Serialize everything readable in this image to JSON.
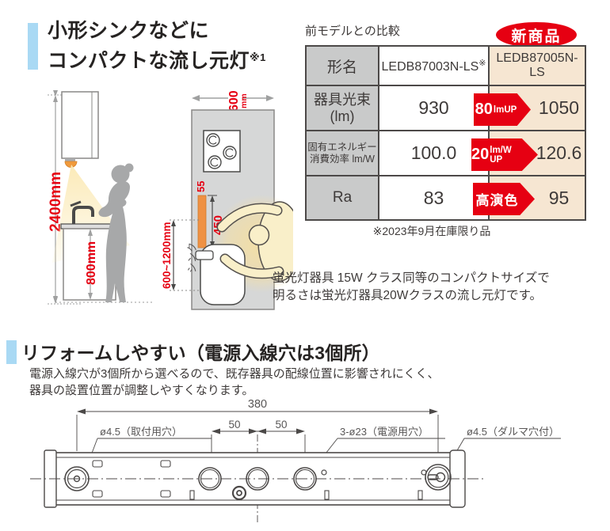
{
  "colors": {
    "accent_blue": "#a9d9f4",
    "brand_red": "#e60012",
    "table_new_bg": "#f6e6d2",
    "table_head_bg": "#c9caca",
    "line_dark": "#4c4948"
  },
  "section1": {
    "title_line1": "小形シンクなどに",
    "title_line2": "コンパクトな流し元灯",
    "title_ref": "※1",
    "elevation": {
      "total_height": "2400mm",
      "counter_height": "800mm"
    },
    "topview": {
      "width_value": "600",
      "width_unit": "mm",
      "fixture_width": "55",
      "fixture_length": "450",
      "range": "600~1200mm",
      "sink": "シンク"
    },
    "comparison": {
      "caption": "前モデルとの比較",
      "badge": "新商品",
      "col_header": "形名",
      "old_model": "LEDB87003N-LS",
      "old_model_ref": "※",
      "new_model": "LEDB87005N-LS",
      "rows": [
        {
          "label1": "器具光束",
          "label2": "(lm)",
          "old": "930",
          "up_main": "80",
          "up_sub": "lmUP",
          "new": "1050"
        },
        {
          "label1": "固有エネルギー",
          "label2": "消費効率 lm/W",
          "old": "100.0",
          "up_main": "20",
          "up_sub": "lm/W UP",
          "new": "120.6"
        },
        {
          "label1": "Ra",
          "label2": "",
          "old": "83",
          "up_main": "高演色",
          "up_sub": "",
          "new": "95"
        }
      ],
      "footnote": "※2023年9月在庫限り品"
    },
    "desc_line1": "蛍光灯器具 15W クラス同等のコンパクトサイズで",
    "desc_line2": "明るさは蛍光灯器具20Wクラスの流し元灯です。"
  },
  "section2": {
    "title": "リフォームしやすい（電源入線穴は3個所）",
    "body_line1": "電源入線穴が3個所から選べるので、既存器具の配線位置に影響されにくく、",
    "body_line2": "器具の設置位置が調整しやすくなります。",
    "drawing": {
      "overall": "380",
      "pitch_left": "50",
      "pitch_right": "50",
      "mount_hole": "ø4.5（取付用穴）",
      "power_hole": "3-ø23（電源用穴）",
      "daruma_hole": "ø4.5（ダルマ穴付）"
    }
  }
}
